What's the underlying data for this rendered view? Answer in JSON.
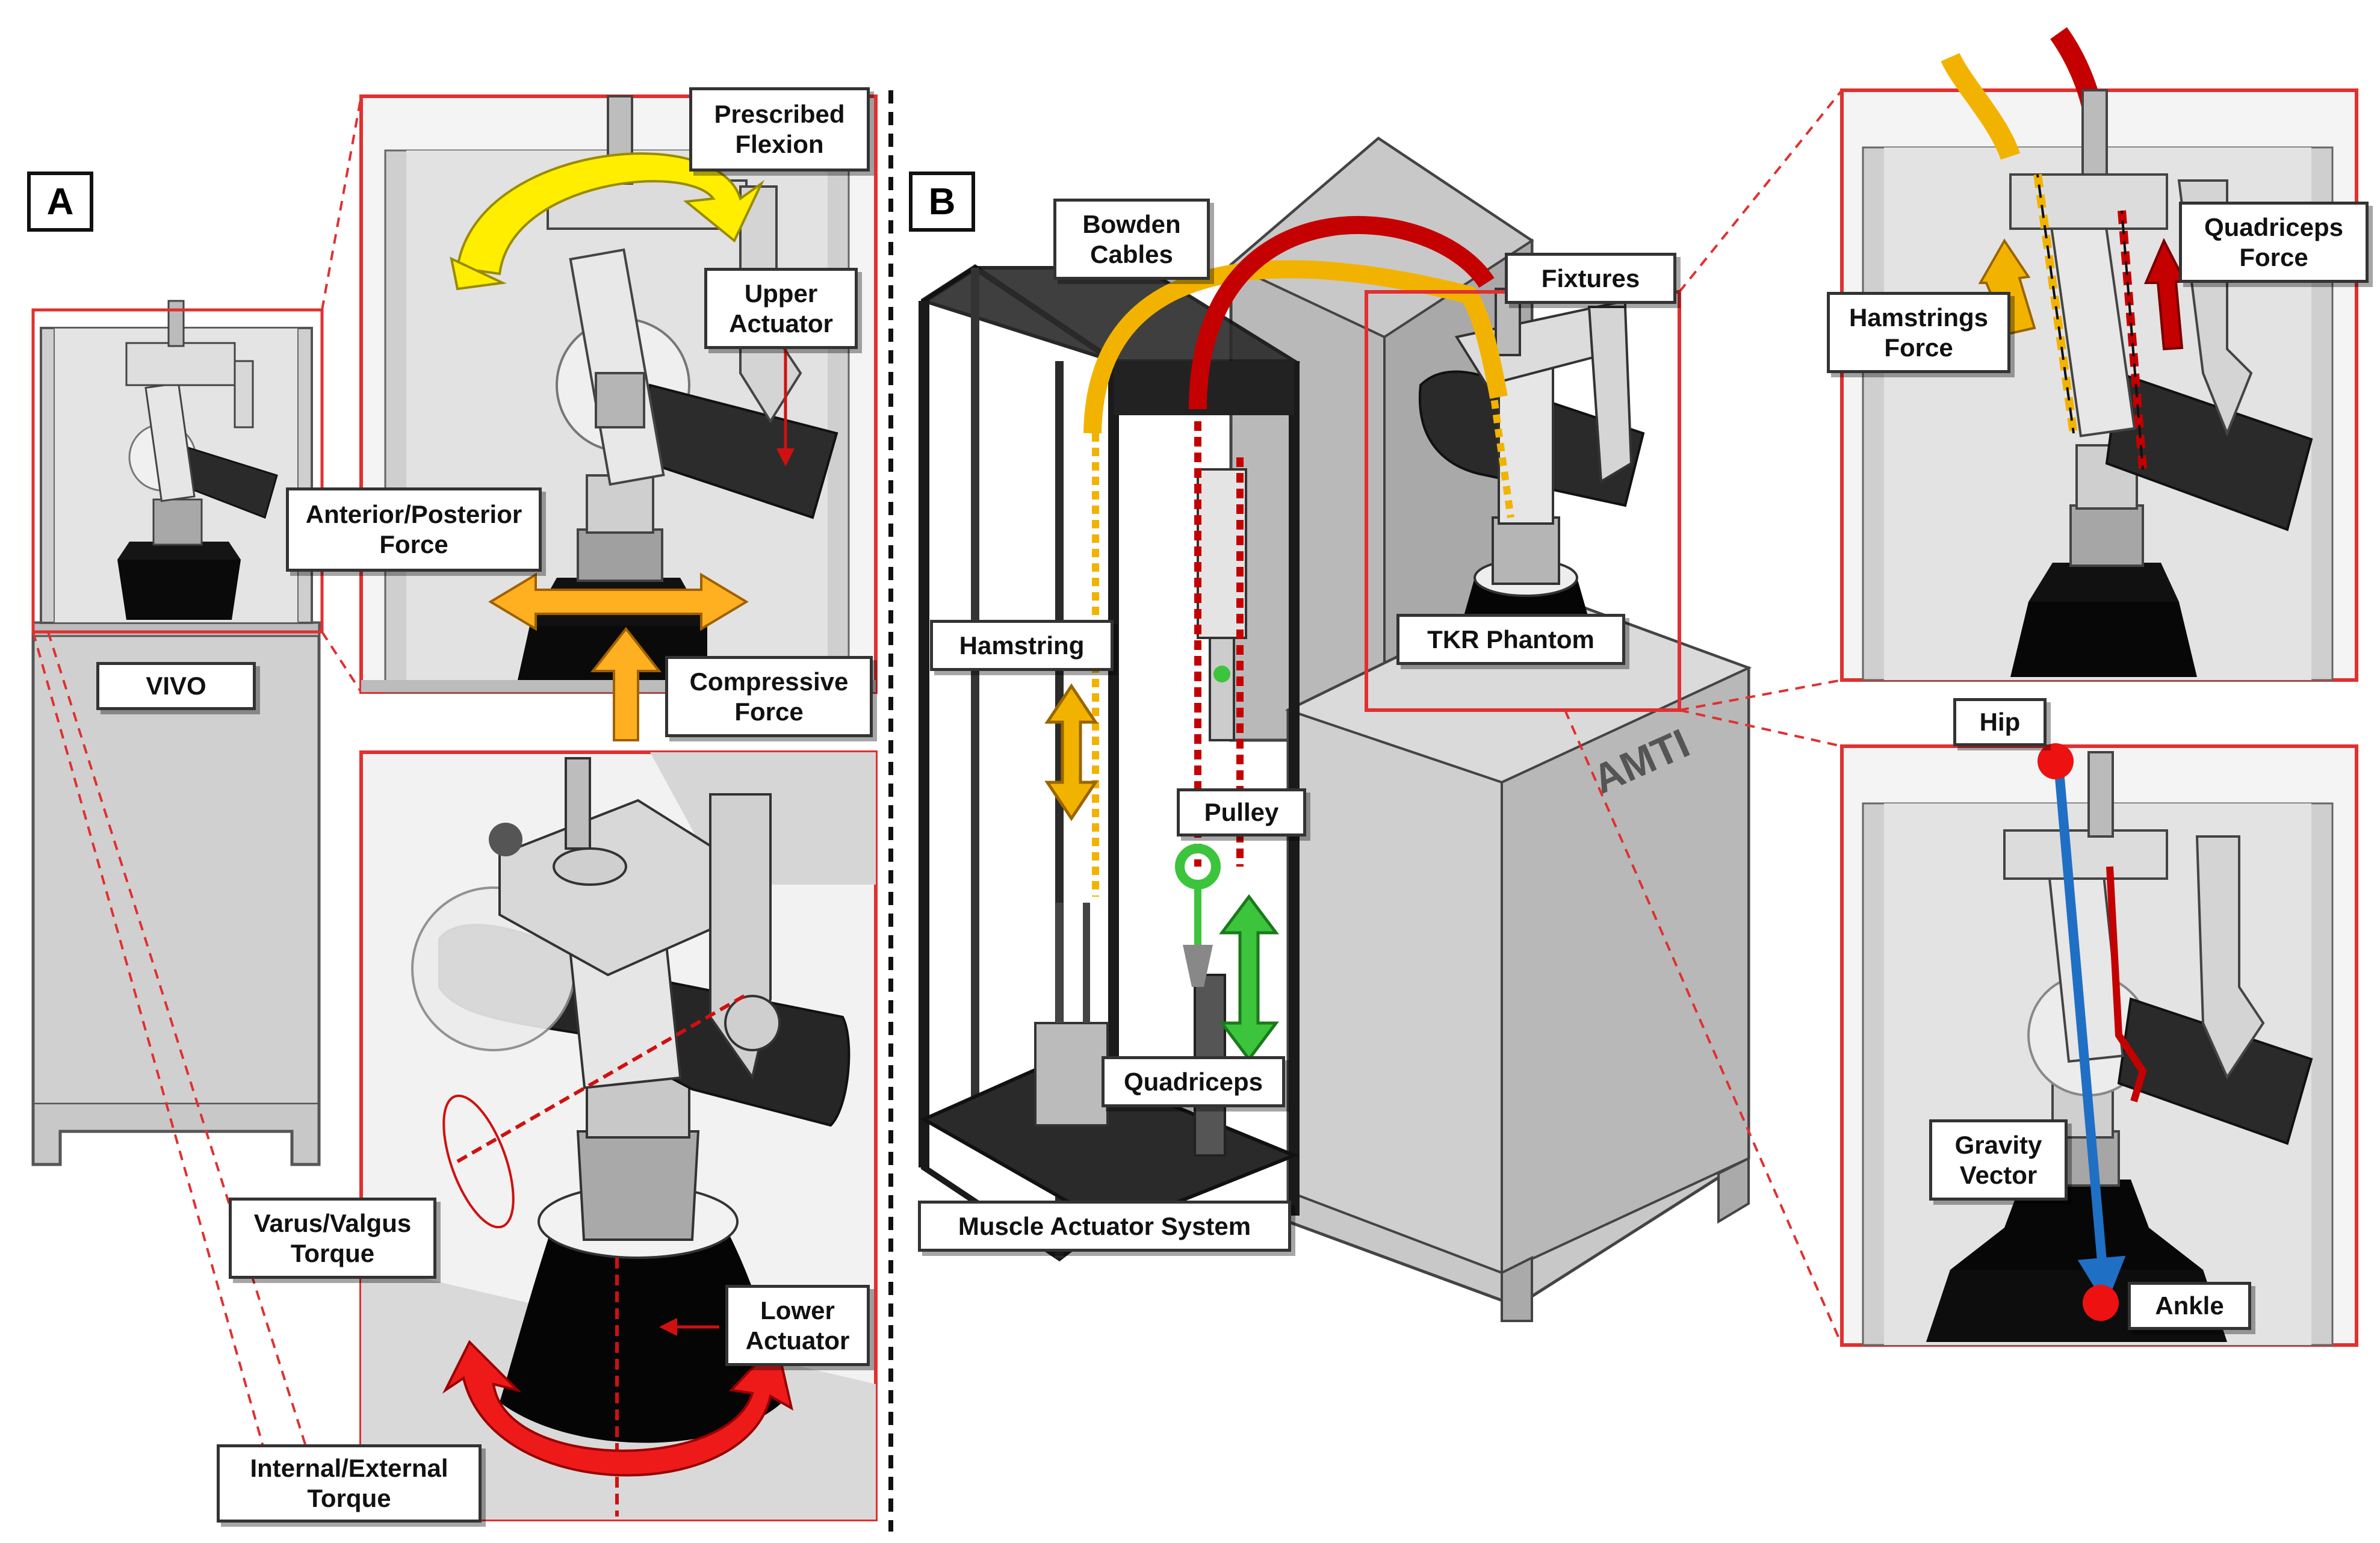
{
  "panels": {
    "a": "A",
    "b": "B"
  },
  "labels": {
    "vivo": "VIVO",
    "prescribed_flexion": [
      "Prescribed",
      "Flexion"
    ],
    "upper_actuator": [
      "Upper",
      "Actuator"
    ],
    "anterior_posterior_force": [
      "Anterior/Posterior",
      "Force"
    ],
    "compressive_force": [
      "Compressive",
      "Force"
    ],
    "varus_valgus_torque": [
      "Varus/Valgus",
      "Torque"
    ],
    "lower_actuator": [
      "Lower",
      "Actuator"
    ],
    "internal_external_torque": [
      "Internal/External",
      "Torque"
    ],
    "bowden_cables": [
      "Bowden",
      "Cables"
    ],
    "fixtures": "Fixtures",
    "hamstring": "Hamstring",
    "tkr_phantom": "TKR Phantom",
    "pulley": "Pulley",
    "quadriceps": "Quadriceps",
    "muscle_actuator_system": "Muscle Actuator System",
    "hamstrings_force": [
      "Hamstrings",
      "Force"
    ],
    "quadriceps_force": [
      "Quadriceps",
      "Force"
    ],
    "hip": "Hip",
    "gravity_vector": [
      "Gravity",
      "Vector"
    ],
    "ankle": "Ankle"
  },
  "machine_brand": "AMTI",
  "colors": {
    "hamstring_cable": "#f2b300",
    "quadriceps_cable": "#c40000",
    "pulley": "#3cc43c",
    "callout_frame": "#e03030",
    "gravity_vector": "#1f6fc4",
    "flexion_arrow": "#ffee00",
    "force_arrow": "#ffb020",
    "torque_arrow": "#ee1a1a",
    "landmark_dot": "#ee1111"
  }
}
